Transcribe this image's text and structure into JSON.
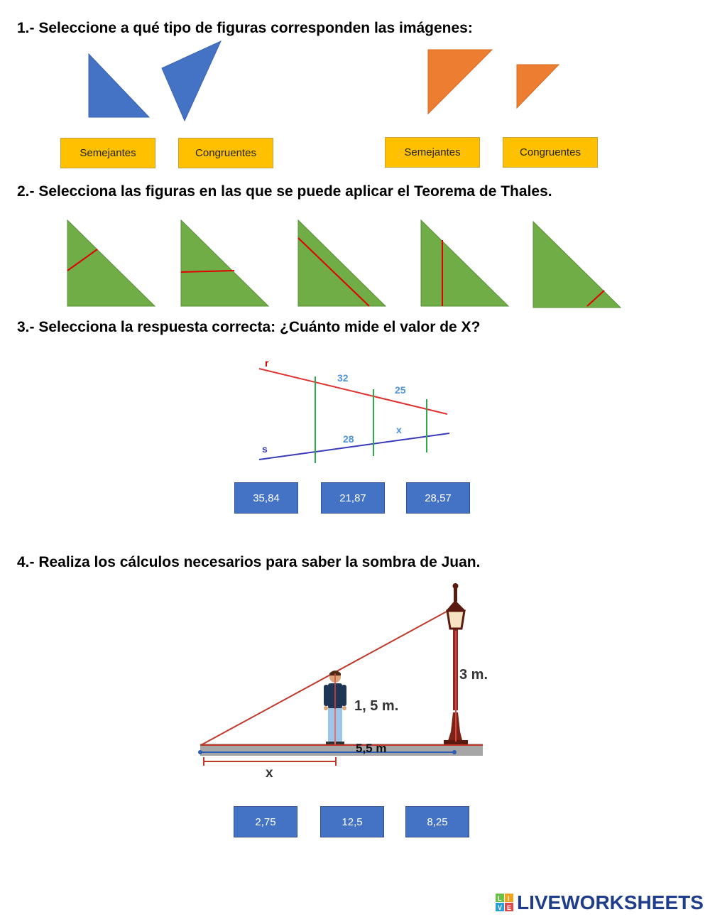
{
  "q1": {
    "title": "1.- Seleccione a qué tipo de figuras corresponden las imágenes:",
    "left_options": [
      "Semejantes",
      "Congruentes"
    ],
    "right_options": [
      "Semejantes",
      "Congruentes"
    ],
    "colors": {
      "blue": "#4472c4",
      "orange": "#ed7d31",
      "option_bg": "#ffc000"
    }
  },
  "q2": {
    "title": "2.- Selecciona las figuras en las que se puede aplicar el Teorema de Thales.",
    "colors": {
      "triangle": "#70ad47",
      "line": "#e00000"
    }
  },
  "q3": {
    "title": "3.- Selecciona la respuesta correcta: ¿Cuánto mide el valor de X?",
    "diagram": {
      "line_r": "r",
      "line_s": "s",
      "seg_r1": "32",
      "seg_r2": "25",
      "seg_s1": "28",
      "seg_s2": "x"
    },
    "options": [
      "35,84",
      "21,87",
      "28,57"
    ]
  },
  "q4": {
    "title": "4.- Realiza los cálculos necesarios para saber la sombra de Juan.",
    "diagram": {
      "lamp_height": "3 m.",
      "person_height": "1, 5 m.",
      "distance": "5,5 m",
      "shadow": "x"
    },
    "options": [
      "2,75",
      "12,5",
      "8,25"
    ]
  },
  "logo": {
    "text": "LIVEWORKSHEETS",
    "badge": [
      "L",
      "I",
      "V",
      "E"
    ]
  }
}
